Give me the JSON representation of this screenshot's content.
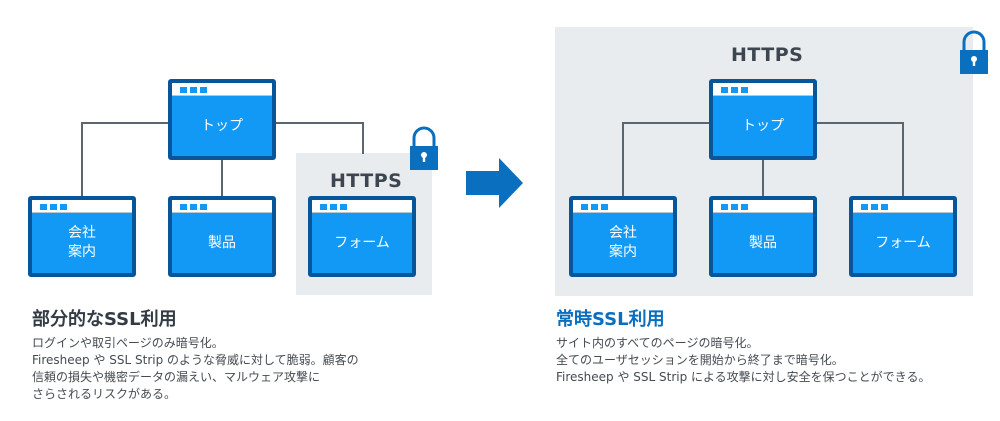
{
  "colors": {
    "accent": "#0a6fbe",
    "page_fill": "#1199f5",
    "page_border": "#07569a",
    "https_panel": "#e8ecef",
    "connector": "#5a6670"
  },
  "left_diagram": {
    "top_page": "トップ",
    "pages": [
      "会社\n案内",
      "製品",
      "フォーム"
    ],
    "https_label": "HTTPS",
    "lock_icon": "lock-icon"
  },
  "arrow_icon": "arrow-right-icon",
  "right_diagram": {
    "https_label": "HTTPS",
    "top_page": "トップ",
    "pages": [
      "会社\n案内",
      "製品",
      "フォーム"
    ],
    "lock_icon": "lock-icon"
  },
  "left_description": {
    "title": "部分的なSSL利用",
    "lines": [
      "ログインや取引ページのみ暗号化。",
      "Firesheep や SSL Strip のような脅威に対して脆弱。顧客の",
      "信頼の損失や機密データの漏えい、マルウェア攻撃に",
      "さらされるリスクがある。"
    ]
  },
  "right_description": {
    "title": "常時SSL利用",
    "lines": [
      "サイト内のすべてのページの暗号化。",
      "全てのユーザセッションを開始から終了まで暗号化。",
      "Firesheep や SSL Strip による攻撃に対し安全を保つことができる。"
    ]
  }
}
